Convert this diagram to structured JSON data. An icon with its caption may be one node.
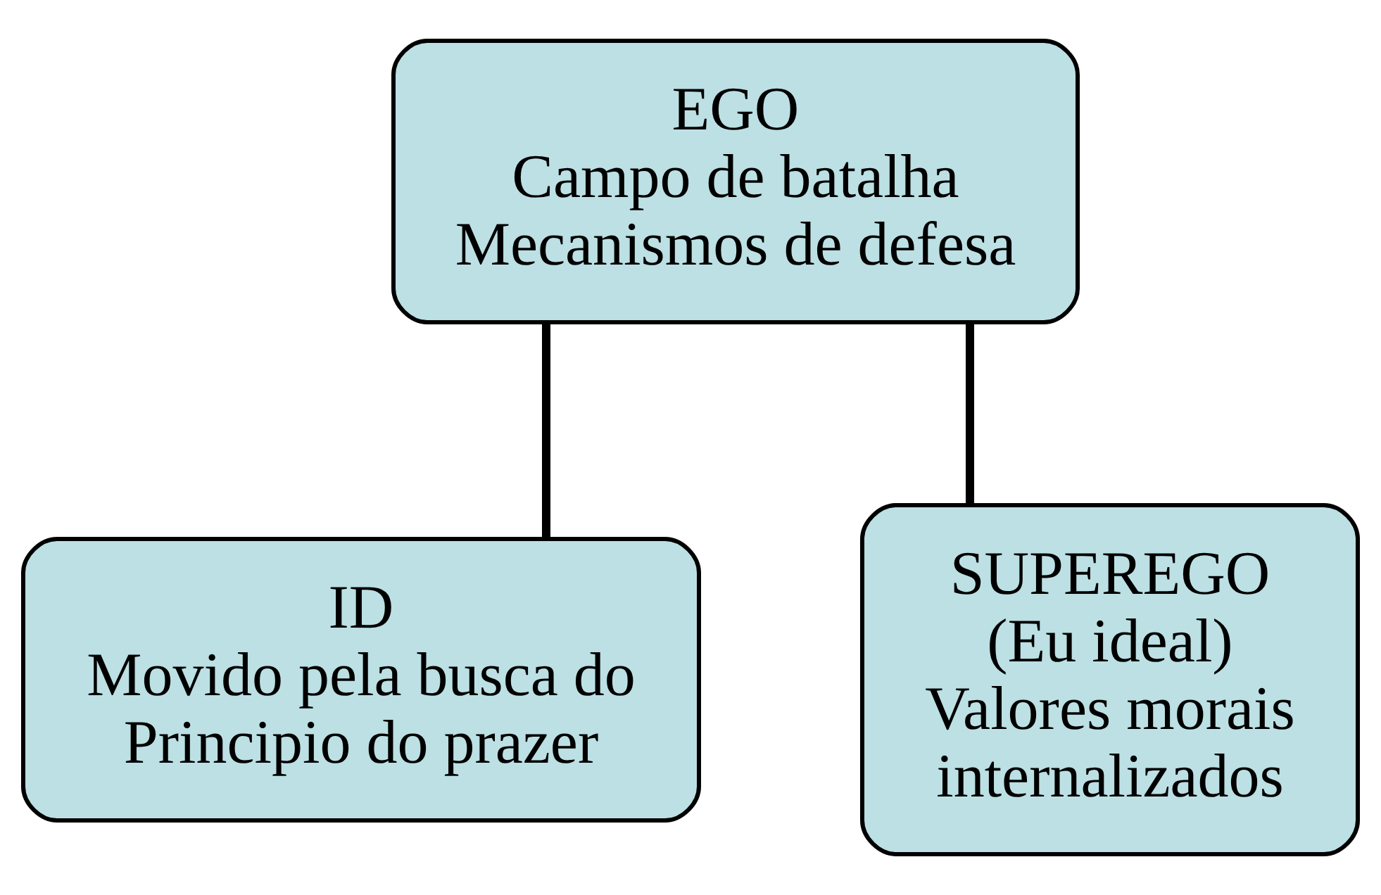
{
  "diagram": {
    "nodes": [
      {
        "text": [
          "EGO",
          "Campo de batalha",
          "Mecanismos de defesa"
        ]
      },
      {
        "text": [
          "ID",
          "Movido pela busca do Principio do prazer"
        ]
      },
      {
        "text": [
          "SUPEREGO",
          "(Eu ideal)",
          "Valores morais internalizados"
        ]
      }
    ],
    "edges": [
      {
        "from": 0,
        "to": 1,
        "arrow": "none"
      },
      {
        "from": 0,
        "to": 2,
        "arrow": "none"
      }
    ]
  }
}
